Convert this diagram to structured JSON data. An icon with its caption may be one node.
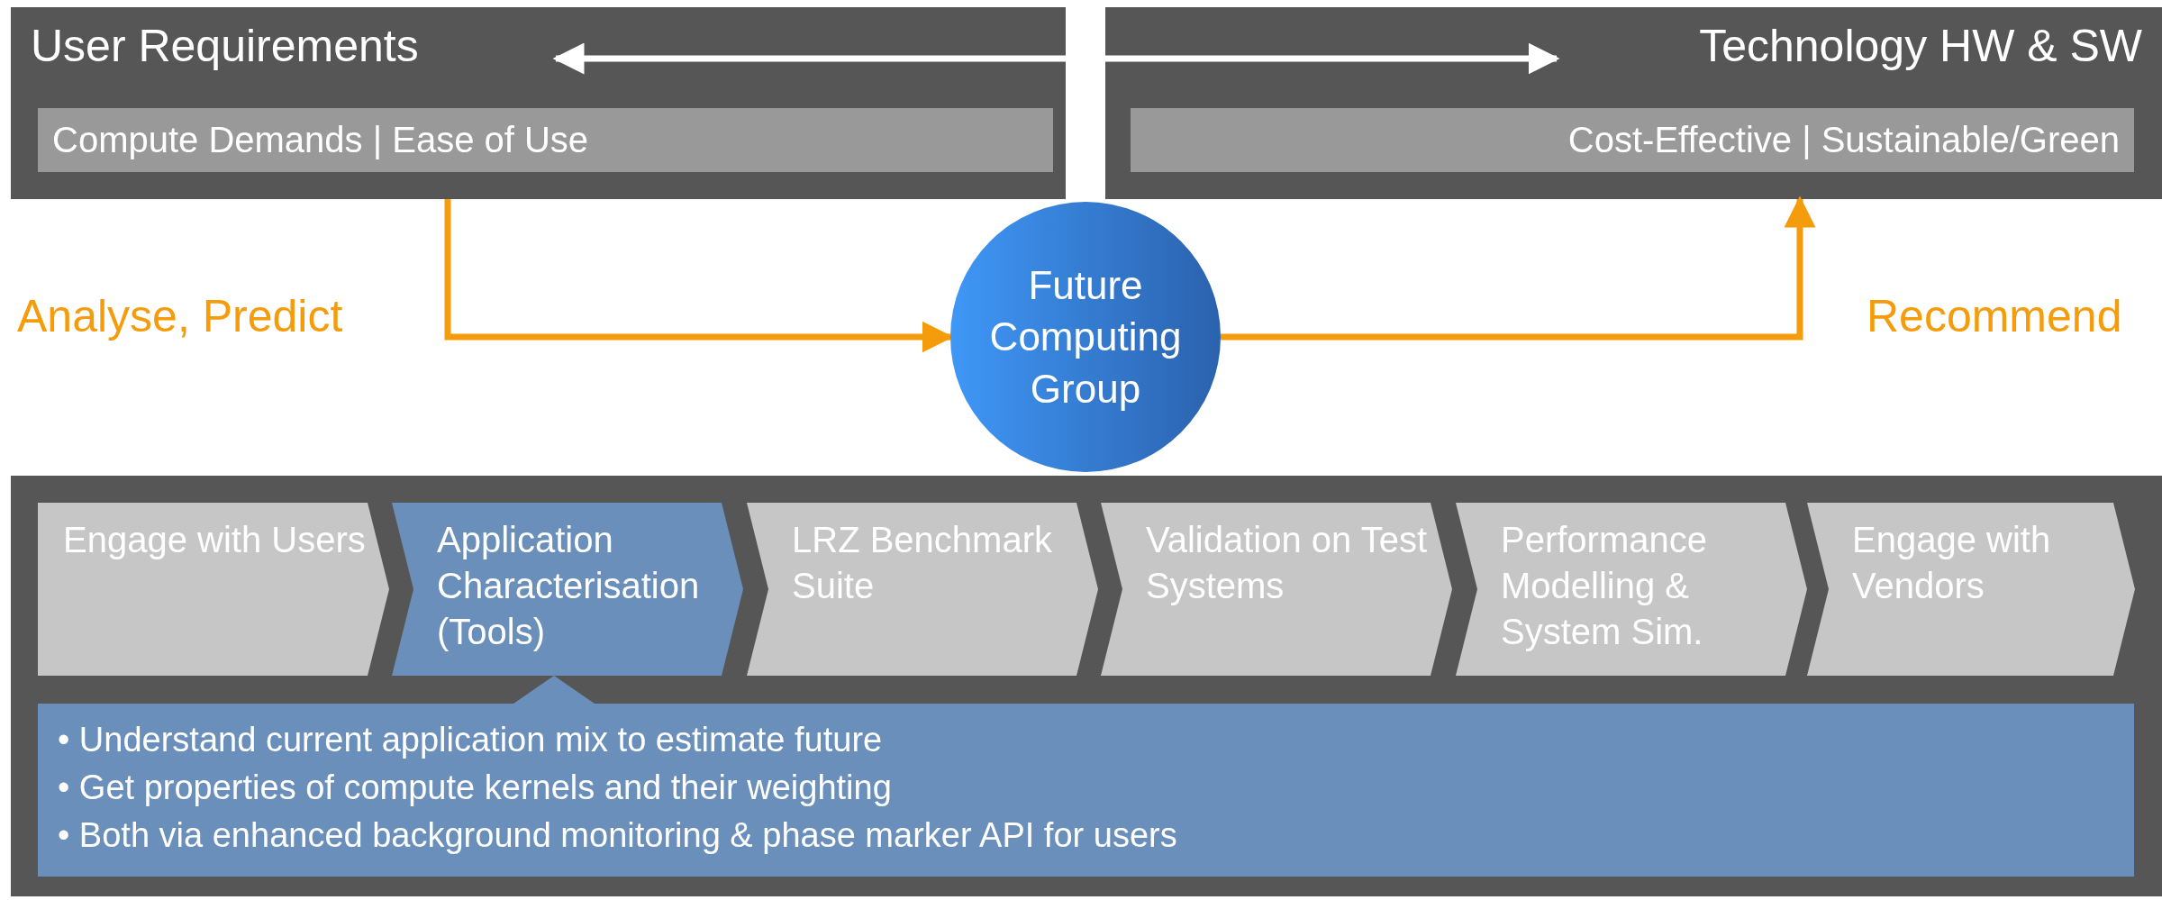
{
  "diagram": {
    "nodes": [
      {
        "text": [
          "User Requirements"
        ]
      },
      {
        "text": [
          "Compute Demands | Ease of Use"
        ],
        "in": 0
      },
      {
        "text": [
          "Technology HW & SW"
        ]
      },
      {
        "text": [
          "Cost-Effective | Sustainable/Green"
        ],
        "in": 2
      },
      {
        "text": [
          "Future Computing Group"
        ]
      },
      {
        "text": [],
        "shape": "box"
      },
      {
        "text": [
          "Engage with Users"
        ],
        "in": 5
      },
      {
        "text": [
          "Application Characterisation (Tools)"
        ],
        "in": 5
      },
      {
        "text": [
          "LRZ Benchmark Suite"
        ],
        "in": 5
      },
      {
        "text": [
          "Validation on Test Systems"
        ],
        "in": 5
      },
      {
        "text": [
          "Performance Modelling & System Sim."
        ],
        "in": 5
      },
      {
        "text": [
          "Engage with Vendors"
        ],
        "in": 5
      },
      {
        "text": [
          "• Understand current application mix to estimate future",
          "• Get properties of compute kernels and their weighting",
          "• Both via enhanced background monitoring & phase marker API for users"
        ],
        "in": 5
      }
    ],
    "edges": [
      {
        "from": 0,
        "to": 2,
        "arrow": "both",
        "color": "#ffffff"
      },
      {
        "from": 0,
        "to": 4,
        "arrow": "to",
        "label": "Analyse, Predict"
      },
      {
        "from": 4,
        "to": 2,
        "arrow": "to",
        "label": "Recommend"
      }
    ]
  }
}
